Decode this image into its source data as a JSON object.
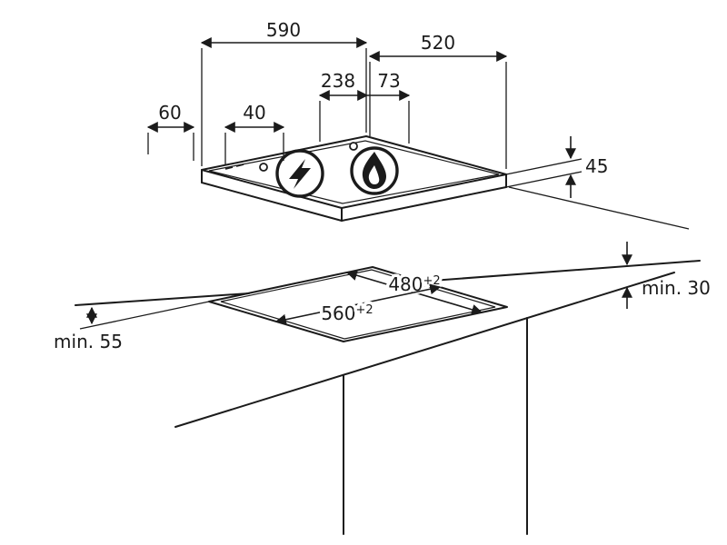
{
  "diagram": {
    "kind": "hob-installation-dimension-drawing",
    "colors": {
      "ink": "#1b1b1b",
      "paper": "#ffffff"
    }
  },
  "hob": {
    "width_mm": "590",
    "depth_mm": "520",
    "dim_burner_offset": "238",
    "dim_ignition_offset": "73",
    "dim_edge_offset": "60",
    "dim_control_offset": "40",
    "build_in_height_mm": "45",
    "left_burner_icon": "lightning-bolt",
    "right_burner_icon": "gas-flame"
  },
  "worktop": {
    "cutout_depth_value": "480",
    "cutout_depth_tolerance": "+2",
    "cutout_width_value": "560",
    "cutout_width_tolerance": "+2",
    "rear_clearance_label": "min. 55",
    "thickness_label": "min. 30"
  }
}
